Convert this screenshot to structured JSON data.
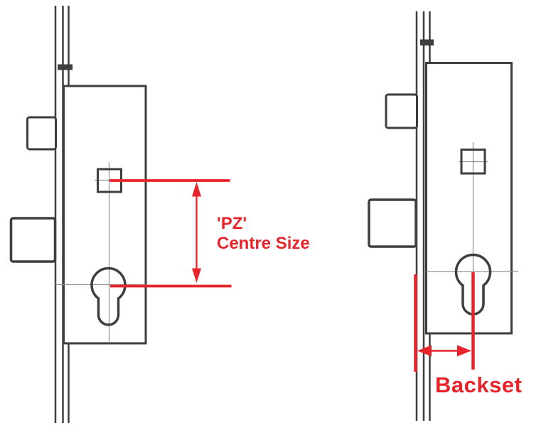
{
  "colors": {
    "background": "#ffffff",
    "drawing_line": "#3e3e3e",
    "centerline": "#909090",
    "dimension_red": "#e7242a"
  },
  "left_diagram": {
    "annotation_line1": "'PZ'",
    "annotation_line2": "Centre Size"
  },
  "right_diagram": {
    "annotation": "Backset"
  }
}
